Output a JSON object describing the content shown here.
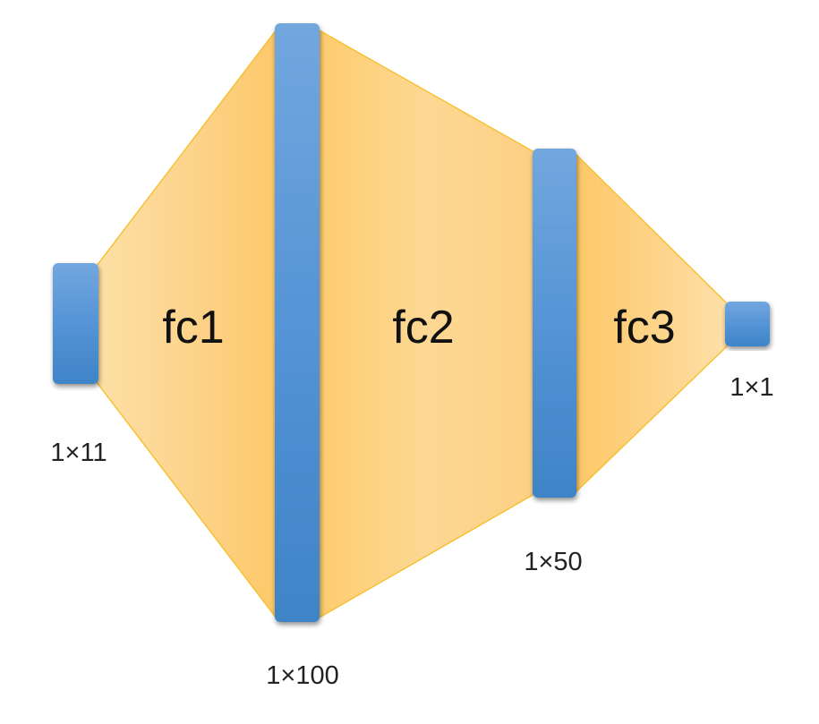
{
  "diagram": {
    "colors": {
      "layer_top": "#6fa5dd",
      "layer_mid": "#5696d8",
      "layer_bottom": "#3f85c8",
      "connection_fill": "#fdd17a",
      "connection_light": "#fce0a8",
      "connection_edge": "#f7c33c"
    },
    "layers": [
      {
        "id": "input",
        "dims": "1×11"
      },
      {
        "id": "hidden1",
        "dims": "1×100"
      },
      {
        "id": "hidden2",
        "dims": "1×50"
      },
      {
        "id": "output",
        "dims": "1×1"
      }
    ],
    "connections": [
      {
        "from": "input",
        "to": "hidden1",
        "label": "fc1"
      },
      {
        "from": "hidden1",
        "to": "hidden2",
        "label": "fc2"
      },
      {
        "from": "hidden2",
        "to": "output",
        "label": "fc3"
      }
    ]
  }
}
